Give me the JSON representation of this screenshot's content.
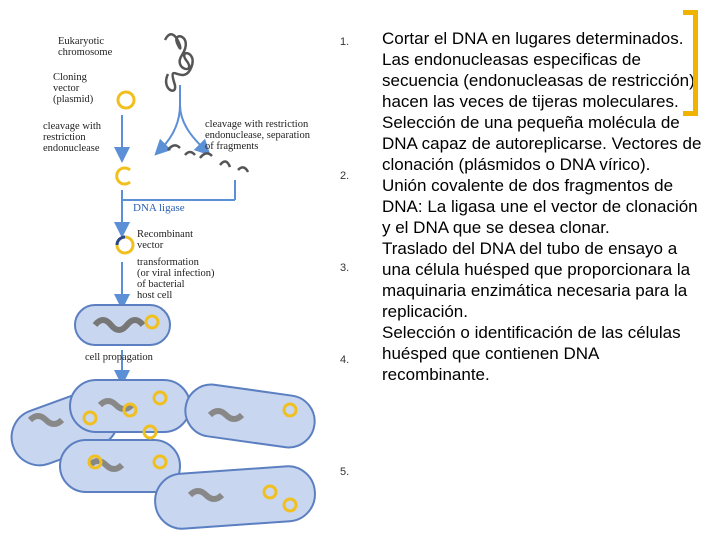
{
  "diagram": {
    "labels": {
      "eukaryotic_chromosome": "Eukaryotic\nchromosome",
      "cloning_vector": "Cloning\nvector\n(plasmid)",
      "cleavage_left": "cleavage with\nrestriction\nendonuclease",
      "cleavage_right": "cleavage with restriction\nendonuclease, separation\nof fragments",
      "dna_ligase": "DNA ligase",
      "recombinant_vector": "Recombinant\nvector",
      "transformation": "transformation\n(or viral infection)\nof bacterial\nhost cell",
      "cell_propagation": "cell propagation"
    },
    "colors": {
      "arrow": "#5b8fd6",
      "plasmid": "#f0c020",
      "cell_fill": "#c9d6ef",
      "dna": "#555555"
    }
  },
  "numbers": [
    "1.",
    "2.",
    "3.",
    "4.",
    "5."
  ],
  "steps": [
    "Cortar el DNA en lugares determinados. Las endonucleasas especificas de secuencia (endonucleasas de restricción) hacen las veces de tijeras moleculares.",
    "Selección de una pequeña molécula de DNA capaz de autoreplicarse. Vectores de clonación (plásmidos o DNA vírico).",
    "Unión covalente de dos fragmentos de DNA: La ligasa une el vector de clonación y el DNA que se desea clonar.",
    "Traslado del DNA del tubo de ensayo a una célula huésped que proporcionara la maquinaria enzimática necesaria para la replicación.",
    "Selección o identificación de las células huésped que contienen DNA recombinante."
  ],
  "accent": "#f0b400"
}
